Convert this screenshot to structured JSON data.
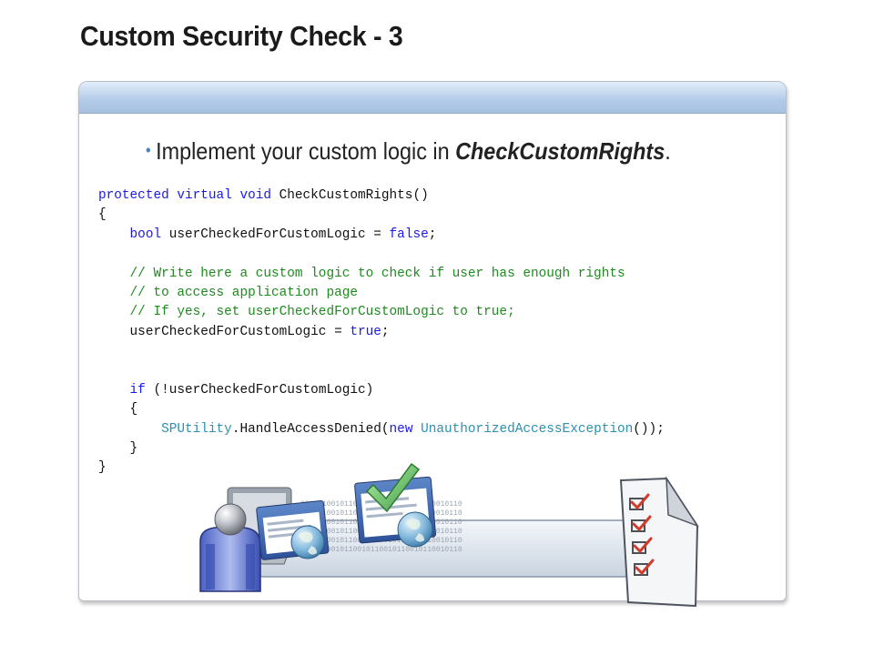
{
  "slide": {
    "title": "Custom Security Check - 3",
    "bullet": {
      "text": "Implement your custom logic in ",
      "emphasis": "CheckCustomRights",
      "suffix": "."
    }
  },
  "code_lines": [
    [
      {
        "t": "protected virtual void",
        "c": "kw"
      },
      {
        "t": " CheckCustomRights()",
        "c": ""
      }
    ],
    [
      {
        "t": "{",
        "c": ""
      }
    ],
    [
      {
        "t": "    ",
        "c": ""
      },
      {
        "t": "bool",
        "c": "kw"
      },
      {
        "t": " userCheckedForCustomLogic = ",
        "c": ""
      },
      {
        "t": "false",
        "c": "kw"
      },
      {
        "t": ";",
        "c": ""
      }
    ],
    [
      {
        "t": "",
        "c": ""
      }
    ],
    [
      {
        "t": "    ",
        "c": ""
      },
      {
        "t": "// Write here a custom logic to check if user has enough rights",
        "c": "cm"
      }
    ],
    [
      {
        "t": "    ",
        "c": ""
      },
      {
        "t": "// to access application page",
        "c": "cm"
      }
    ],
    [
      {
        "t": "    ",
        "c": ""
      },
      {
        "t": "// If yes, set userCheckedForCustomLogic to true;",
        "c": "cm"
      }
    ],
    [
      {
        "t": "    userCheckedForCustomLogic = ",
        "c": ""
      },
      {
        "t": "true",
        "c": "kw"
      },
      {
        "t": ";",
        "c": ""
      }
    ],
    [
      {
        "t": "",
        "c": ""
      }
    ],
    [
      {
        "t": "",
        "c": ""
      }
    ],
    [
      {
        "t": "    ",
        "c": ""
      },
      {
        "t": "if",
        "c": "kw"
      },
      {
        "t": " (!userCheckedForCustomLogic)",
        "c": ""
      }
    ],
    [
      {
        "t": "    {",
        "c": ""
      }
    ],
    [
      {
        "t": "        ",
        "c": ""
      },
      {
        "t": "SPUtility",
        "c": "ty"
      },
      {
        "t": ".HandleAccessDenied(",
        "c": ""
      },
      {
        "t": "new",
        "c": "kw"
      },
      {
        "t": " ",
        "c": ""
      },
      {
        "t": "UnauthorizedAccessException",
        "c": "ty"
      },
      {
        "t": "());",
        "c": ""
      }
    ],
    [
      {
        "t": "    }",
        "c": ""
      }
    ],
    [
      {
        "t": "}",
        "c": ""
      }
    ]
  ],
  "illustration": {
    "binary_text": "0010110010110010110010110010110010110"
  },
  "colors": {
    "keyword": "#1a1ae6",
    "comment": "#1f8a1f",
    "type": "#2b91af",
    "header_blue": "#b2cbe8",
    "check_green": "#6cc070"
  }
}
